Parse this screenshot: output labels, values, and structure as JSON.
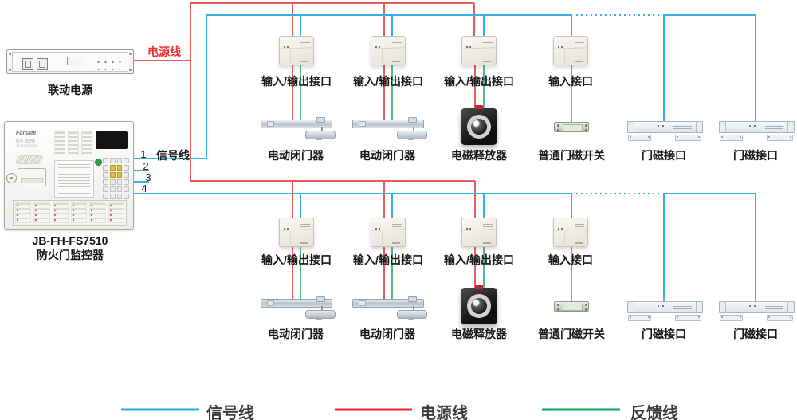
{
  "colors": {
    "signal_line": "#35b1e6",
    "power_line": "#e85b5b",
    "feedback_line": "#57b98c"
  },
  "psu": {
    "label": "联动电源"
  },
  "panel": {
    "brand": "Forsafe",
    "face_title": "防火门监控器",
    "model": "JB-FH-FS7510",
    "name": "防火门监控器"
  },
  "labels": {
    "power_line": "电源线",
    "signal_line": "信号线",
    "loops": [
      "1",
      "2",
      "3",
      "4"
    ]
  },
  "row1": {
    "interfaces": [
      "输入/输出接口",
      "输入/输出接口",
      "输入/输出接口",
      "输入接口"
    ],
    "devices": [
      "电动闭门器",
      "电动闭门器",
      "电磁释放器",
      "普通门磁开关",
      "门磁接口",
      "门磁接口"
    ]
  },
  "row2": {
    "interfaces": [
      "输入/输出接口",
      "输入/输出接口",
      "输入/输出接口",
      "输入接口"
    ],
    "devices": [
      "电动闭门器",
      "电动闭门器",
      "电磁释放器",
      "普通门磁开关",
      "门磁接口",
      "门磁接口"
    ]
  },
  "legend": {
    "items": [
      {
        "label": "信号线",
        "color": "#29abe2"
      },
      {
        "label": "电源线",
        "color": "#ed2024"
      },
      {
        "label": "反馈线",
        "color": "#00a863"
      }
    ]
  }
}
